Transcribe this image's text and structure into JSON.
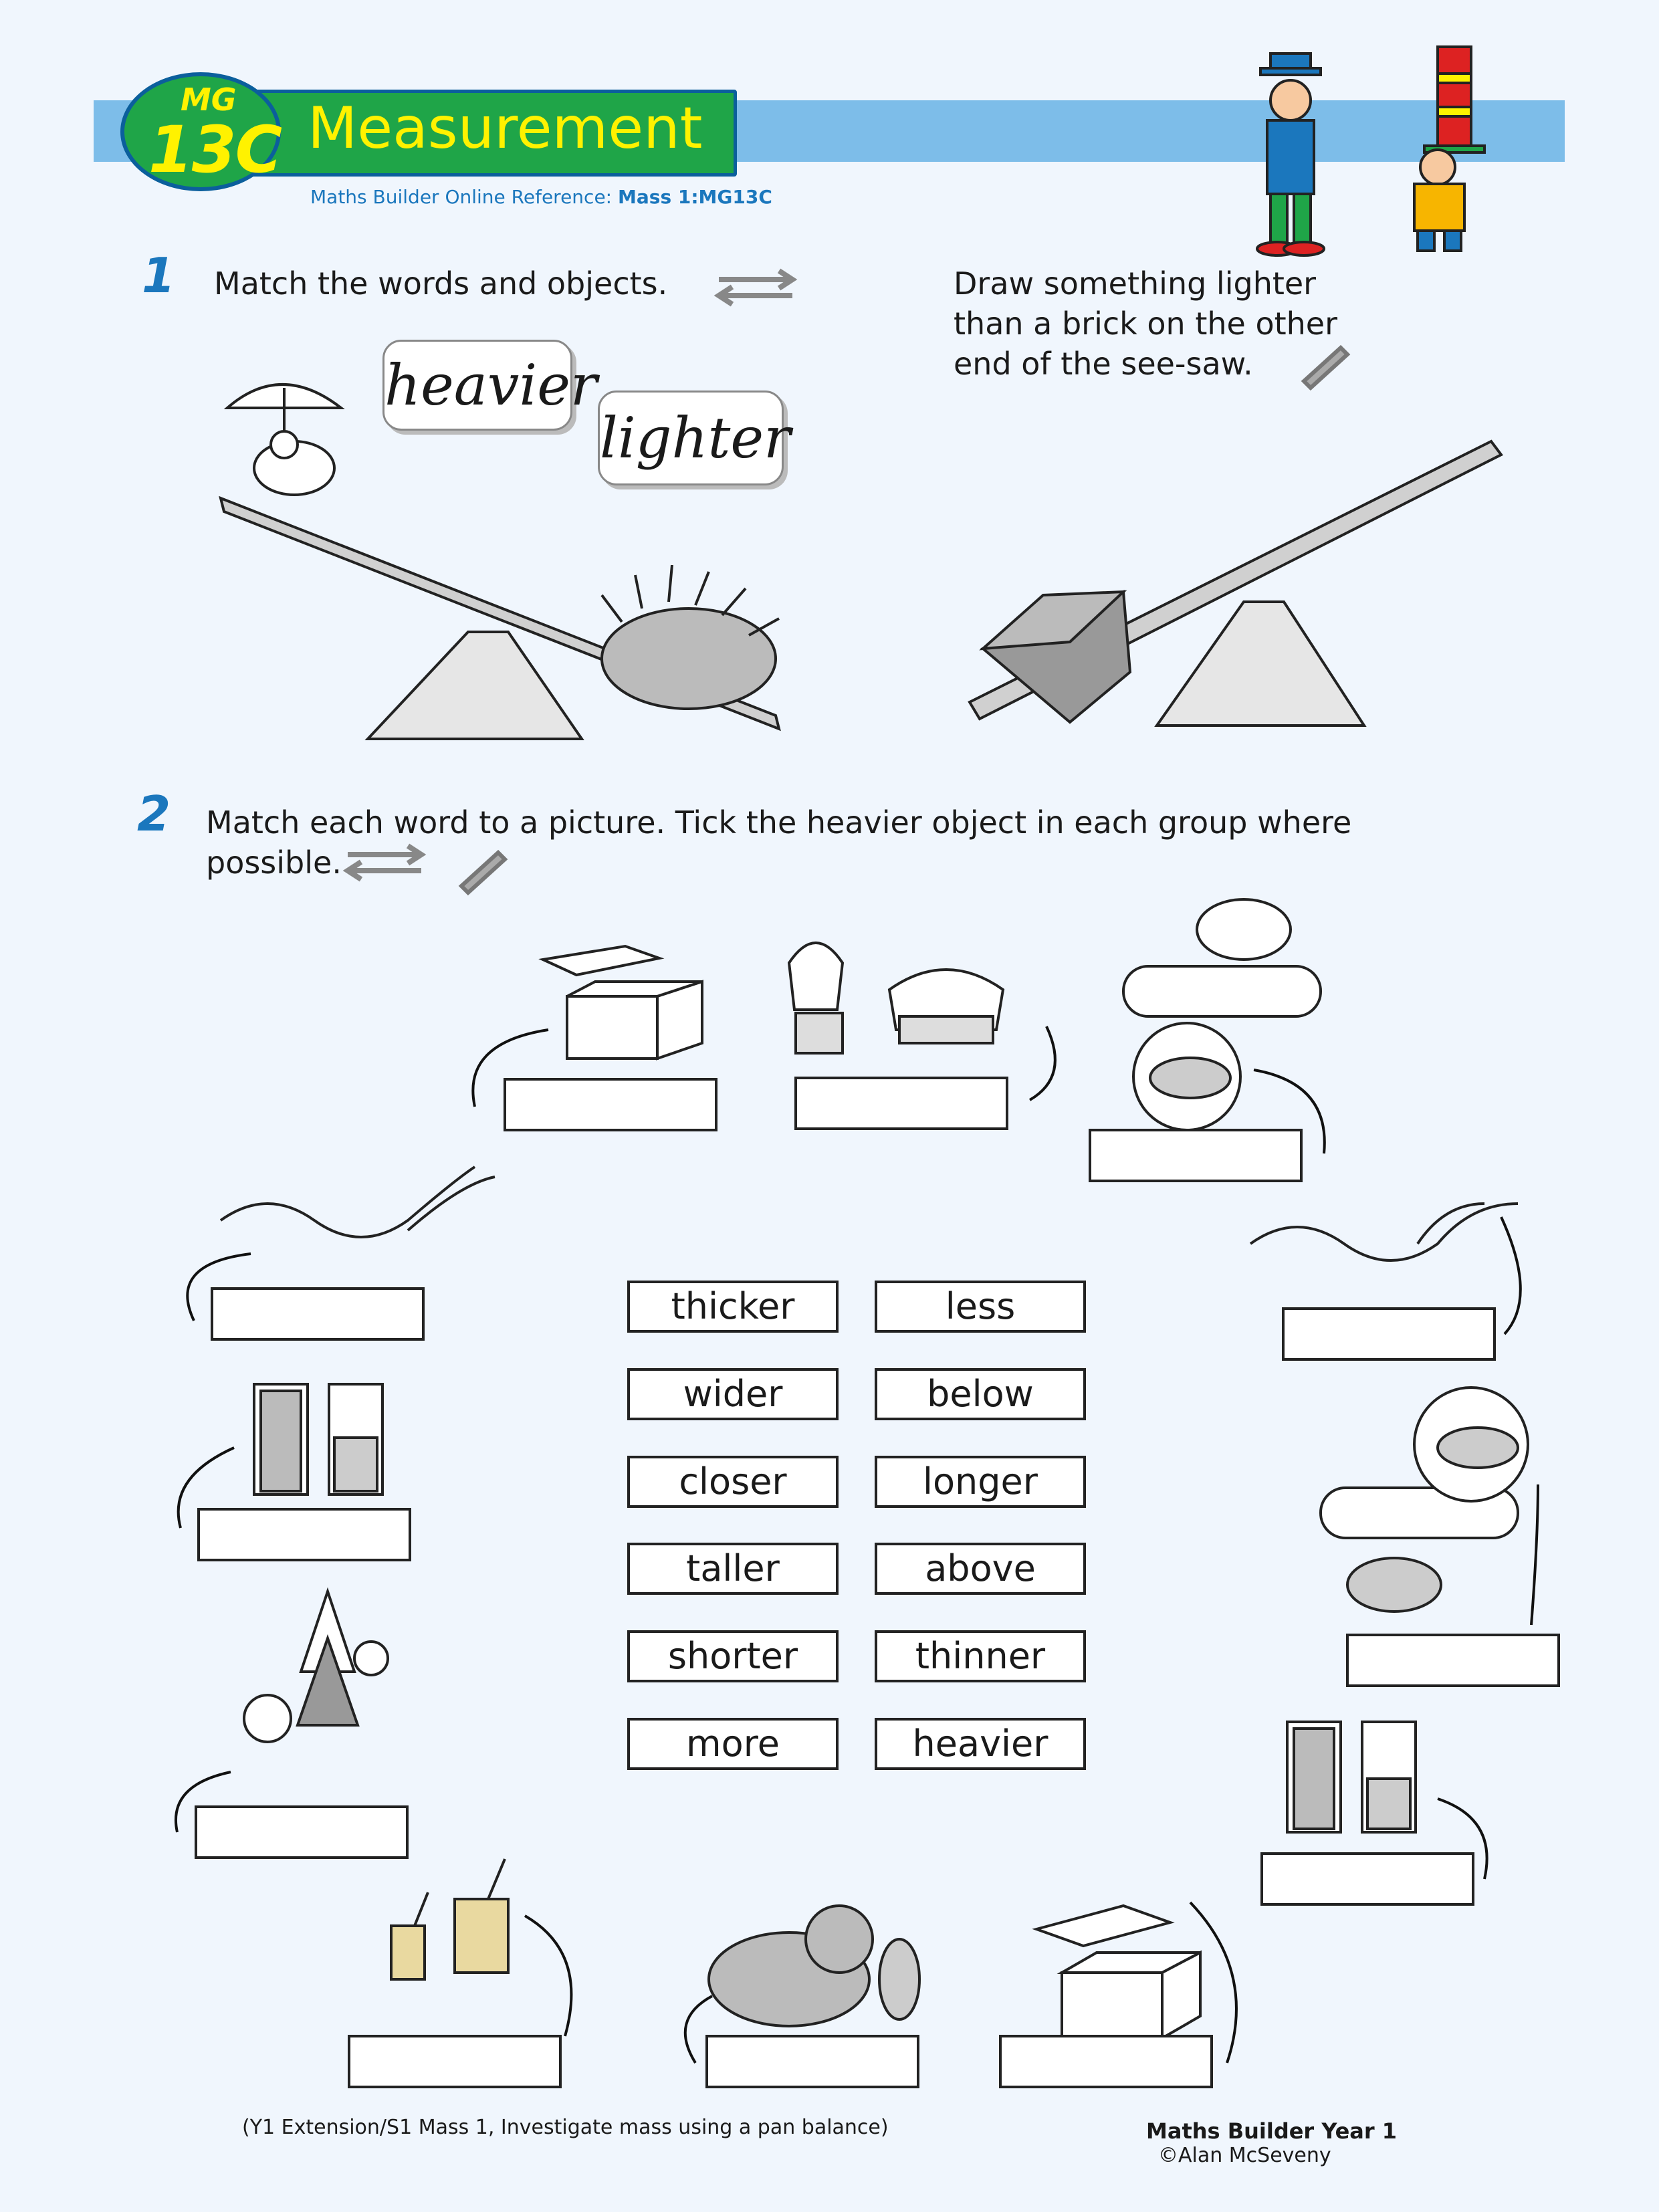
{
  "header": {
    "badge_prefix": "MG",
    "badge_code": "13C",
    "title": "Measurement",
    "reference_label": "Maths Builder Online Reference:",
    "reference_value": "Mass 1:MG13C"
  },
  "q1": {
    "number": "1",
    "instruction": "Match the words and objects.",
    "word_cards": [
      "heavier",
      "lighter"
    ],
    "draw_instruction_lines": [
      "Draw something lighter",
      "than a brick on the other",
      "end of the see-saw."
    ]
  },
  "q2": {
    "number": "2",
    "instruction_lines": [
      "Match each word to a picture. Tick the heavier object in each group where",
      "possible."
    ],
    "words_left": [
      "thicker",
      "wider",
      "closer",
      "taller",
      "shorter",
      "more"
    ],
    "words_right": [
      "less",
      "below",
      "longer",
      "above",
      "thinner",
      "heavier"
    ]
  },
  "footer": {
    "note": "(Y1 Extension/S1 Mass 1, Investigate mass using a pan balance)",
    "series": "Maths Builder Year 1",
    "copyright": "©Alan McSeveny"
  }
}
